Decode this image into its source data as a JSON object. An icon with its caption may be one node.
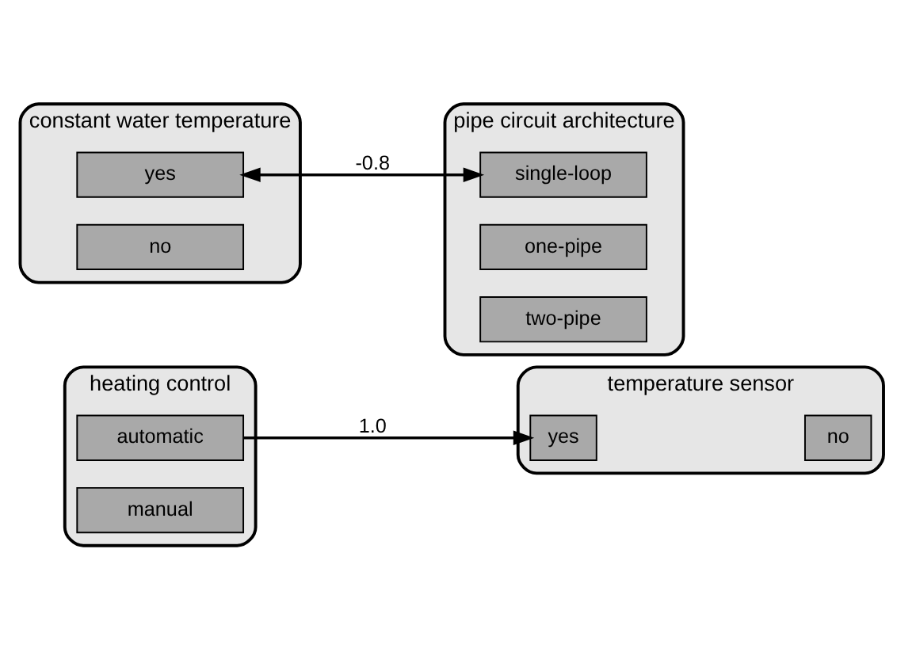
{
  "diagram": {
    "nodes": [
      {
        "text": [
          "heating control"
        ]
      },
      {
        "text": [
          "automatic"
        ],
        "in": 0
      },
      {
        "text": [
          "manual"
        ],
        "in": 0
      },
      {
        "text": [
          "temperature sensor"
        ]
      },
      {
        "text": [
          "yes"
        ],
        "in": 3
      },
      {
        "text": [
          "no"
        ],
        "in": 3
      },
      {
        "text": [
          "constant water temperature"
        ]
      },
      {
        "text": [
          "yes"
        ],
        "in": 6
      },
      {
        "text": [
          "no"
        ],
        "in": 6
      },
      {
        "text": [
          "pipe circuit architecture"
        ]
      },
      {
        "text": [
          "single-loop"
        ],
        "in": 9
      },
      {
        "text": [
          "one-pipe"
        ],
        "in": 9
      },
      {
        "text": [
          "two-pipe"
        ],
        "in": 9
      }
    ],
    "edges": [
      {
        "from": 1,
        "to": 4,
        "arrow": "to",
        "label": "1.0"
      },
      {
        "from": 7,
        "to": 10,
        "arrow": "both",
        "label": "-0.8"
      }
    ]
  }
}
